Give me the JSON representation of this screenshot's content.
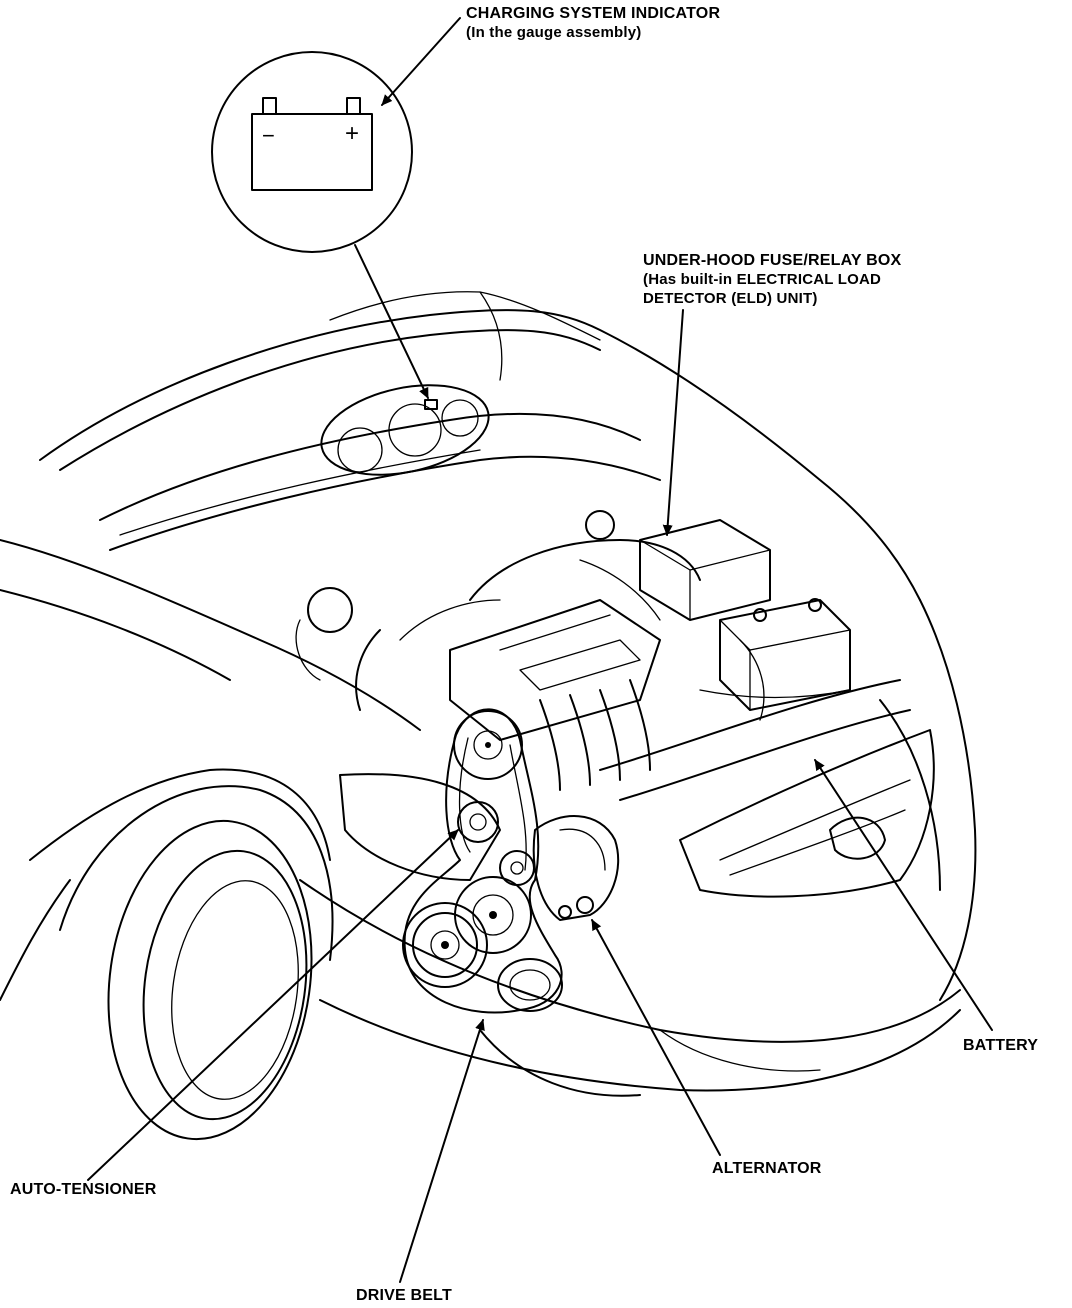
{
  "labels": {
    "charging_indicator": "CHARGING SYSTEM INDICATOR",
    "charging_indicator_note": "(In the gauge assembly)",
    "fuse_box_line1": "UNDER-HOOD FUSE/RELAY BOX",
    "fuse_box_line2": "(Has built-in ELECTRICAL LOAD",
    "fuse_box_line3": "DETECTOR (ELD) UNIT)",
    "battery": "BATTERY",
    "alternator": "ALTERNATOR",
    "auto_tensioner": "AUTO-TENSIONER",
    "drive_belt": "DRIVE BELT"
  },
  "inset_symbol": {
    "minus": "−",
    "plus": "+"
  }
}
